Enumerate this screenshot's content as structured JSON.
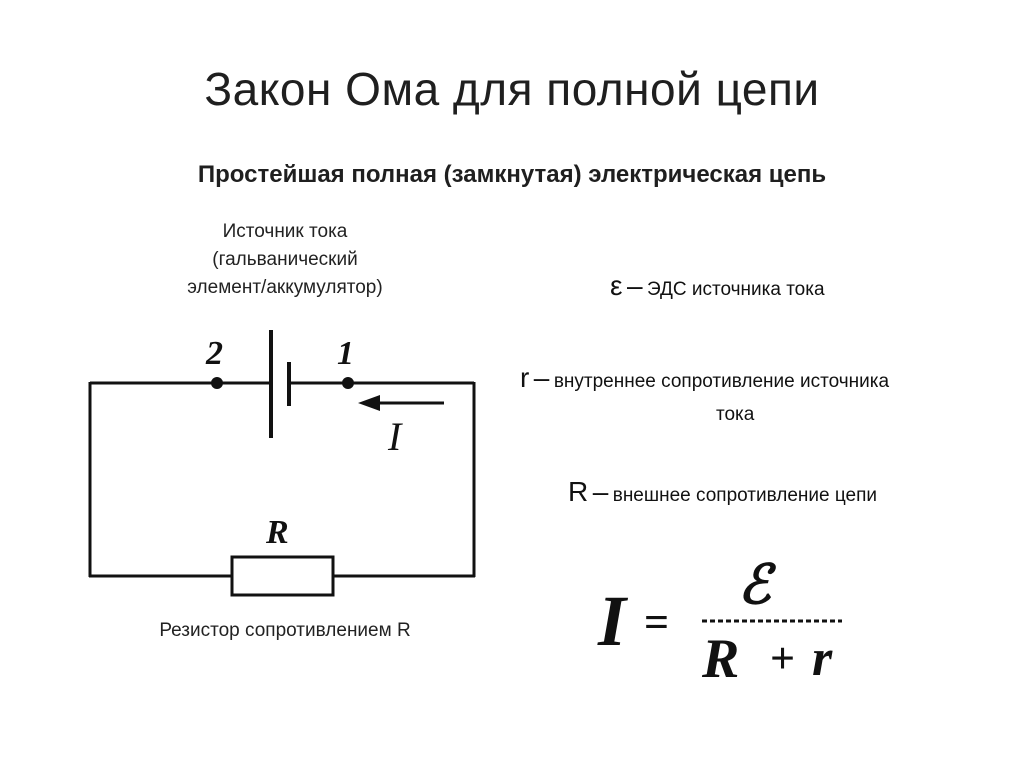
{
  "slide": {
    "title": "Закон Ома для полной цепи",
    "subtitle": "Простейшая полная (замкнутая) электрическая цепь"
  },
  "circuit": {
    "source_label_lines": [
      "Источник тока",
      "(гальванический",
      "элемент/аккумулятор)"
    ],
    "resistor_label": "Резистор сопротивлением R",
    "node_2": "2",
    "node_1": "1",
    "current_symbol": "I",
    "resistor_symbol": "R"
  },
  "legend": {
    "emf": {
      "symbol": "ε",
      "dash": "–",
      "text": "ЭДС источника тока"
    },
    "internal": {
      "symbol": "r",
      "dash": "–",
      "text": "внутреннее сопротивление источника",
      "text_cont": "тока"
    },
    "external": {
      "symbol": "R",
      "dash": "–",
      "text": "внешнее сопротивление цепи"
    }
  },
  "formula": {
    "lhs": "I",
    "equals": "=",
    "numerator": "ℰ",
    "denominator_R": "R",
    "plus": "+",
    "denominator_r": "r"
  }
}
